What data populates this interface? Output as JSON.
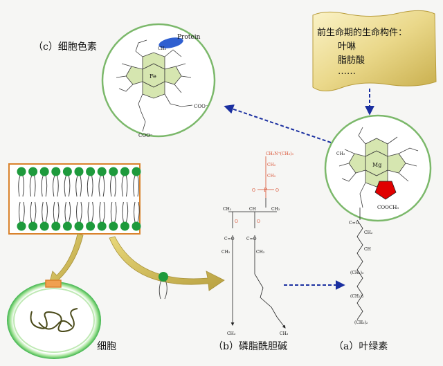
{
  "captions": {
    "heme": "（c）细胞色素",
    "cell": "细胞",
    "phosphatidylcholine": "（b）磷脂酰胆碱",
    "chlorophyll": "（a）叶绿素"
  },
  "note": {
    "title": "前生命期的生命构件：",
    "items": [
      "叶啉",
      "脂肪酸",
      "……"
    ]
  },
  "labels": {
    "protein": "Protein",
    "fe": "Fe",
    "mg": "Mg",
    "coo": "COO⁻",
    "cooch3": "COOCH₃",
    "ch3": "CH₃",
    "p": "P",
    "o": "O",
    "ch2": "CH₂",
    "c_eq_o": "C=O",
    "choline": "CH₂N⁺(CH₃)₃",
    "ch2_chain": "(CH₂)₃",
    "ch_dot": "CH",
    "ch3_2": "(CH₃)₂"
  },
  "colors": {
    "circle_stroke": "#7bb86a",
    "ring_fill": "#d6e6b0",
    "head_green": "#1e9a3c",
    "frame_orange": "#d9822b",
    "arrow_blue": "#1a2fa0",
    "protein_blue": "#2f5fd0",
    "pentagon_red": "#e00000",
    "gold_light": "#f2e6a6",
    "gold_dark": "#c9b350",
    "phosphate_red": "#d84a2a"
  }
}
